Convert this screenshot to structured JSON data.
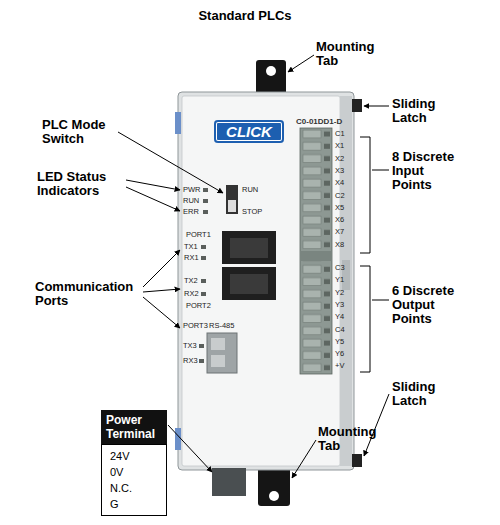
{
  "diagram": {
    "title": "Standard PLCs",
    "nodes": [
      {
        "text": [
          "CLICK"
        ]
      },
      {
        "text": [
          "Power Terminal"
        ]
      },
      {
        "text": [
          "24V",
          "0V",
          "N.C.",
          "G"
        ]
      }
    ],
    "labels": [
      "Mounting Tab",
      "Sliding Latch",
      "PLC Mode Switch",
      "8 Discrete Input Points",
      "LED Status Indicators",
      "Communication Ports",
      "6 Discrete Output Points",
      "Sliding Latch",
      "Mounting Tab",
      "C0-01DD1-D",
      "PWR",
      "RUN",
      "ERR",
      "RUN",
      "STOP",
      "PORT1",
      "TX1",
      "RX1",
      "TX2",
      "RX2",
      "PORT2",
      "PORT3",
      "RS-485",
      "TX3",
      "RX3",
      "C1",
      "X1",
      "X2",
      "X3",
      "X4",
      "C2",
      "X5",
      "X6",
      "X7",
      "X8",
      "C3",
      "Y1",
      "Y2",
      "Y3",
      "Y4",
      "C4",
      "Y5",
      "Y6",
      "+V"
    ]
  }
}
